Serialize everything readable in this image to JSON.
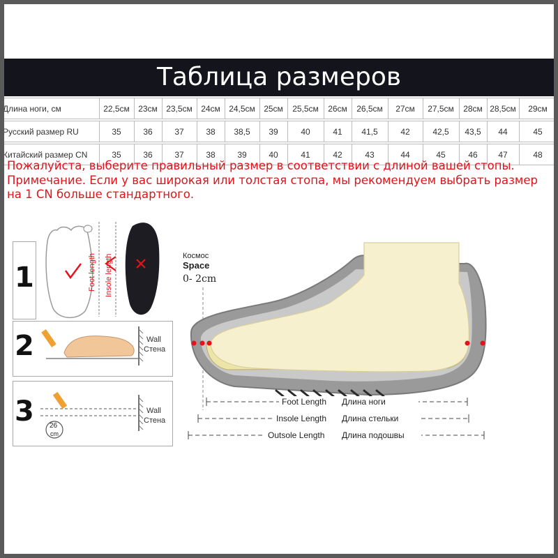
{
  "title": "Таблица размеров",
  "table": {
    "rows": [
      {
        "label": "Длина ноги, см",
        "values": [
          "22,5см",
          "23см",
          "23,5см",
          "24см",
          "24,5см",
          "25см",
          "25,5см",
          "26см",
          "26,5см",
          "27см",
          "27,5см",
          "28см",
          "28,5см",
          "29см"
        ]
      },
      {
        "label": "Русский размер RU",
        "values": [
          "35",
          "36",
          "37",
          "38",
          "38,5",
          "39",
          "40",
          "41",
          "41,5",
          "42",
          "42,5",
          "43,5",
          "44",
          "45"
        ]
      },
      {
        "label": "Китайский размер CN",
        "values": [
          "35",
          "36",
          "37",
          "38",
          "39",
          "40",
          "41",
          "42",
          "43",
          "44",
          "45",
          "46",
          "47",
          "48"
        ]
      }
    ]
  },
  "notes": {
    "line1": "Пожалуйста, выберите правильный размер в соответствии с длиной вашей стопы.",
    "line2": "Примечание. Если у вас широкая или толстая стопа, мы рекомендуем выбрать размер на 1 CN больше стандартного."
  },
  "steps": {
    "step1": {
      "number": "1",
      "foot_length_label": "Foot length",
      "insole_length_label": "Insole length"
    },
    "step2": {
      "number": "2",
      "wall_en": "Wall",
      "wall_ru": "Стена"
    },
    "step3": {
      "number": "3",
      "wall_en": "Wall",
      "wall_ru": "Стена",
      "ruler_value": "26",
      "ruler_unit": "cm"
    }
  },
  "diagram": {
    "space_ru": "Космос",
    "space_en": "Space",
    "space_range": "0- 2cm",
    "measurements": [
      {
        "en": "Foot Length",
        "ru": "Длина ноги"
      },
      {
        "en": "Insole Length",
        "ru": "Длина стельки"
      },
      {
        "en": "Outsole Length",
        "ru": "Длина подошвы"
      }
    ]
  },
  "colors": {
    "title_bar": "#14141c",
    "note_text": "#e0141a",
    "foot_fill": "#f7f0cf",
    "shoe_gray": "#9a9a9a",
    "insole_dark": "#1c1c22",
    "marker_red": "#e5121b",
    "pencil_orange": "#f0a030"
  }
}
